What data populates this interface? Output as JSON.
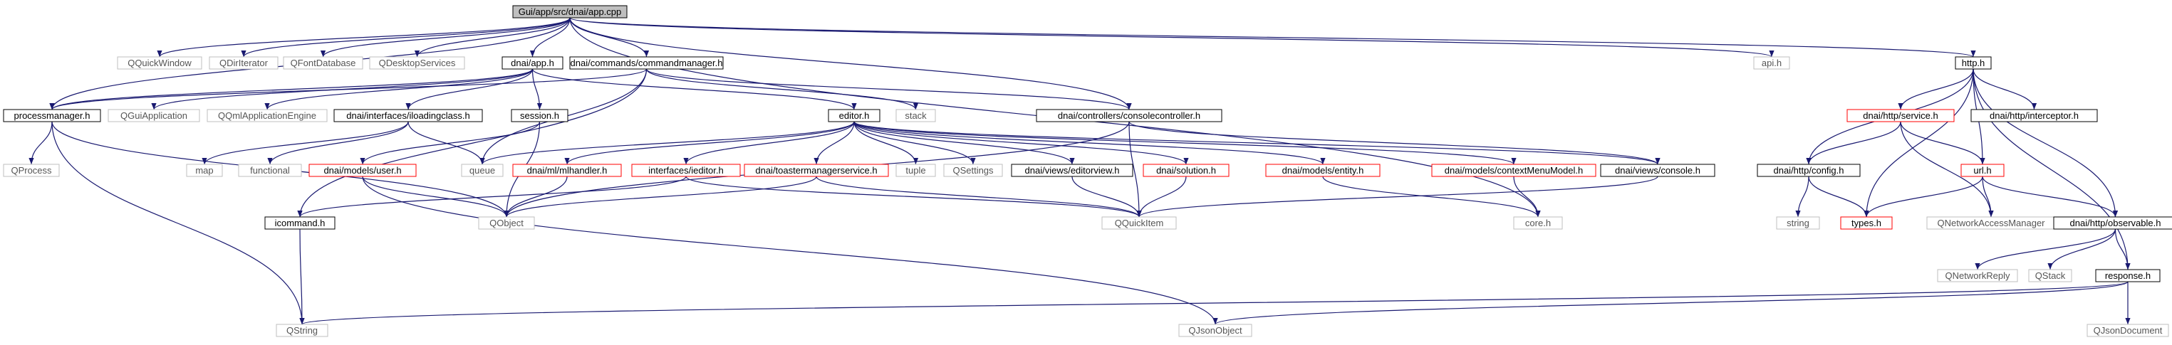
{
  "nodes": [
    {
      "id": "app_cpp",
      "label": "Gui/app/src/dnai/app.cpp",
      "style": "root"
    },
    {
      "id": "QQuickWindow",
      "label": "QQuickWindow",
      "style": "ext"
    },
    {
      "id": "QDirIterator",
      "label": "QDirIterator",
      "style": "ext"
    },
    {
      "id": "QFontDatabase",
      "label": "QFontDatabase",
      "style": "ext"
    },
    {
      "id": "QDesktopServices",
      "label": "QDesktopServices",
      "style": "ext"
    },
    {
      "id": "app_h",
      "label": "dnai/app.h",
      "style": "normal"
    },
    {
      "id": "commandmanager_h",
      "label": "dnai/commands/commandmanager.h",
      "style": "normal"
    },
    {
      "id": "api_h",
      "label": "api.h",
      "style": "ext"
    },
    {
      "id": "http_h",
      "label": "http.h",
      "style": "normal"
    },
    {
      "id": "processmanager_h",
      "label": "processmanager.h",
      "style": "normal"
    },
    {
      "id": "QGuiApplication",
      "label": "QGuiApplication",
      "style": "ext"
    },
    {
      "id": "QQmlApplicationEngine",
      "label": "QQmlApplicationEngine",
      "style": "ext"
    },
    {
      "id": "iloadingclass_h",
      "label": "dnai/interfaces/iloadingclass.h",
      "style": "normal"
    },
    {
      "id": "session_h",
      "label": "session.h",
      "style": "normal"
    },
    {
      "id": "editor_h",
      "label": "editor.h",
      "style": "normal"
    },
    {
      "id": "stack",
      "label": "stack",
      "style": "ext"
    },
    {
      "id": "consolecontroller_h",
      "label": "dnai/controllers/consolecontroller.h",
      "style": "normal"
    },
    {
      "id": "QProcess",
      "label": "QProcess",
      "style": "ext"
    },
    {
      "id": "map",
      "label": "map",
      "style": "ext"
    },
    {
      "id": "functional",
      "label": "functional",
      "style": "ext"
    },
    {
      "id": "user_h",
      "label": "dnai/models/user.h",
      "style": "missing"
    },
    {
      "id": "queue",
      "label": "queue",
      "style": "ext"
    },
    {
      "id": "mlhandler_h",
      "label": "dnai/ml/mlhandler.h",
      "style": "missing"
    },
    {
      "id": "ieditor_h",
      "label": "interfaces/ieditor.h",
      "style": "missing"
    },
    {
      "id": "toastermanager_h",
      "label": "dnai/toastermanagerservice.h",
      "style": "missing"
    },
    {
      "id": "tuple",
      "label": "tuple",
      "style": "ext"
    },
    {
      "id": "QSettings",
      "label": "QSettings",
      "style": "ext"
    },
    {
      "id": "editorview_h",
      "label": "dnai/views/editorview.h",
      "style": "normal"
    },
    {
      "id": "solution_h",
      "label": "dnai/solution.h",
      "style": "missing"
    },
    {
      "id": "entity_h",
      "label": "dnai/models/entity.h",
      "style": "missing"
    },
    {
      "id": "contextmenu_h",
      "label": "dnai/models/contextMenuModel.h",
      "style": "missing"
    },
    {
      "id": "console_h",
      "label": "dnai/views/console.h",
      "style": "normal"
    },
    {
      "id": "icommand_h",
      "label": "icommand.h",
      "style": "normal"
    },
    {
      "id": "QObject",
      "label": "QObject",
      "style": "ext"
    },
    {
      "id": "QQuickItem",
      "label": "QQuickItem",
      "style": "ext"
    },
    {
      "id": "core_h",
      "label": "core.h",
      "style": "ext"
    },
    {
      "id": "QString",
      "label": "QString",
      "style": "ext"
    },
    {
      "id": "QJsonObject",
      "label": "QJsonObject",
      "style": "ext"
    },
    {
      "id": "service_h",
      "label": "dnai/http/service.h",
      "style": "missing"
    },
    {
      "id": "interceptor_h",
      "label": "dnai/http/interceptor.h",
      "style": "normal"
    },
    {
      "id": "config_h",
      "label": "dnai/http/config.h",
      "style": "normal"
    },
    {
      "id": "url_h",
      "label": "url.h",
      "style": "missing"
    },
    {
      "id": "string",
      "label": "string",
      "style": "ext"
    },
    {
      "id": "types_h",
      "label": "types.h",
      "style": "missing"
    },
    {
      "id": "QNetworkAccessManager",
      "label": "QNetworkAccessManager",
      "style": "ext"
    },
    {
      "id": "observable_h",
      "label": "dnai/http/observable.h",
      "style": "normal"
    },
    {
      "id": "QNetworkReply",
      "label": "QNetworkReply",
      "style": "ext"
    },
    {
      "id": "QStack",
      "label": "QStack",
      "style": "ext"
    },
    {
      "id": "response_h",
      "label": "response.h",
      "style": "normal"
    },
    {
      "id": "QJsonDocument",
      "label": "QJsonDocument",
      "style": "ext"
    }
  ],
  "edges": [
    [
      "app_cpp",
      "QQuickWindow"
    ],
    [
      "app_cpp",
      "QDirIterator"
    ],
    [
      "app_cpp",
      "QFontDatabase"
    ],
    [
      "app_cpp",
      "QDesktopServices"
    ],
    [
      "app_cpp",
      "app_h"
    ],
    [
      "app_cpp",
      "commandmanager_h"
    ],
    [
      "app_cpp",
      "api_h"
    ],
    [
      "app_cpp",
      "http_h"
    ],
    [
      "app_cpp",
      "processmanager_h"
    ],
    [
      "app_cpp",
      "consolecontroller_h"
    ],
    [
      "app_cpp",
      "core_h"
    ],
    [
      "app_h",
      "processmanager_h"
    ],
    [
      "app_h",
      "QGuiApplication"
    ],
    [
      "app_h",
      "QQmlApplicationEngine"
    ],
    [
      "app_h",
      "iloadingclass_h"
    ],
    [
      "app_h",
      "session_h"
    ],
    [
      "app_h",
      "editor_h"
    ],
    [
      "commandmanager_h",
      "processmanager_h"
    ],
    [
      "commandmanager_h",
      "icommand_h"
    ],
    [
      "commandmanager_h",
      "stack"
    ],
    [
      "commandmanager_h",
      "queue"
    ],
    [
      "commandmanager_h",
      "consolecontroller_h"
    ],
    [
      "processmanager_h",
      "QProcess"
    ],
    [
      "processmanager_h",
      "QObject"
    ],
    [
      "processmanager_h",
      "QString"
    ],
    [
      "iloadingclass_h",
      "map"
    ],
    [
      "iloadingclass_h",
      "functional"
    ],
    [
      "iloadingclass_h",
      "queue"
    ],
    [
      "session_h",
      "user_h"
    ],
    [
      "session_h",
      "QObject"
    ],
    [
      "editor_h",
      "queue"
    ],
    [
      "editor_h",
      "mlhandler_h"
    ],
    [
      "editor_h",
      "ieditor_h"
    ],
    [
      "editor_h",
      "toastermanager_h"
    ],
    [
      "editor_h",
      "tuple"
    ],
    [
      "editor_h",
      "QSettings"
    ],
    [
      "editor_h",
      "editorview_h"
    ],
    [
      "editor_h",
      "solution_h"
    ],
    [
      "editor_h",
      "entity_h"
    ],
    [
      "editor_h",
      "contextmenu_h"
    ],
    [
      "editor_h",
      "console_h"
    ],
    [
      "consolecontroller_h",
      "console_h"
    ],
    [
      "consolecontroller_h",
      "QObject"
    ],
    [
      "consolecontroller_h",
      "QQuickItem"
    ],
    [
      "user_h",
      "QObject"
    ],
    [
      "user_h",
      "QJsonObject"
    ],
    [
      "mlhandler_h",
      "QObject"
    ],
    [
      "ieditor_h",
      "icommand_h"
    ],
    [
      "ieditor_h",
      "QQuickItem"
    ],
    [
      "toastermanager_h",
      "QObject"
    ],
    [
      "toastermanager_h",
      "QQuickItem"
    ],
    [
      "editorview_h",
      "QQuickItem"
    ],
    [
      "solution_h",
      "QQuickItem"
    ],
    [
      "entity_h",
      "core_h"
    ],
    [
      "contextmenu_h",
      "core_h"
    ],
    [
      "console_h",
      "QQuickItem"
    ],
    [
      "icommand_h",
      "QString"
    ],
    [
      "http_h",
      "service_h"
    ],
    [
      "http_h",
      "interceptor_h"
    ],
    [
      "http_h",
      "config_h"
    ],
    [
      "http_h",
      "url_h"
    ],
    [
      "http_h",
      "types_h"
    ],
    [
      "http_h",
      "observable_h"
    ],
    [
      "http_h",
      "response_h"
    ],
    [
      "service_h",
      "config_h"
    ],
    [
      "service_h",
      "url_h"
    ],
    [
      "service_h",
      "QNetworkAccessManager"
    ],
    [
      "config_h",
      "string"
    ],
    [
      "config_h",
      "types_h"
    ],
    [
      "url_h",
      "types_h"
    ],
    [
      "url_h",
      "QNetworkAccessManager"
    ],
    [
      "url_h",
      "observable_h"
    ],
    [
      "observable_h",
      "QNetworkReply"
    ],
    [
      "observable_h",
      "QStack"
    ],
    [
      "observable_h",
      "response_h"
    ],
    [
      "response_h",
      "QString"
    ],
    [
      "response_h",
      "QJsonObject"
    ],
    [
      "response_h",
      "QJsonDocument"
    ]
  ],
  "colors": {
    "edge": "#191970",
    "normal_border": "#000000",
    "ext_border": "#bfbfbf",
    "missing_border": "#ff0000",
    "root_fill": "#bfbfbf",
    "ext_text": "#555555",
    "text": "#000000"
  }
}
